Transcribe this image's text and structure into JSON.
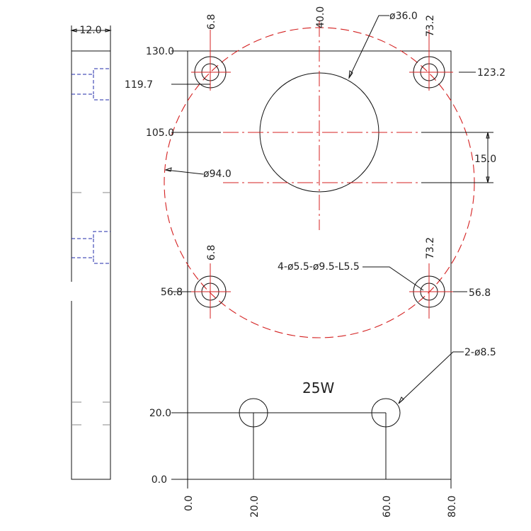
{
  "drawing": {
    "plate_label": "25W",
    "side_view": {
      "thickness_label": "12.0"
    },
    "dimensions": {
      "y_ticks": [
        "130.0",
        "105.0",
        "56.8",
        "20.0",
        "0.0"
      ],
      "x_ticks": [
        "0.0",
        "20.0",
        "60.0",
        "80.0"
      ],
      "hole_top_left_x": "6.8",
      "hole_top_left_y": "119.7",
      "hole_top_right_x": "73.2",
      "hole_top_right_y": "123.2",
      "hole_bottom_left_x": "6.8",
      "hole_bottom_left_y": "56.8",
      "hole_bottom_right_x": "73.2",
      "hole_bottom_right_y": "56.8",
      "center_x": "40.0",
      "center_offset": "15.0",
      "bore_diameter": "ø36.0",
      "pcd_diameter": "ø94.0",
      "mount_holes_callout": "4-ø5.5-ø9.5-L5.5",
      "bottom_holes_callout": "2-ø8.5"
    }
  }
}
